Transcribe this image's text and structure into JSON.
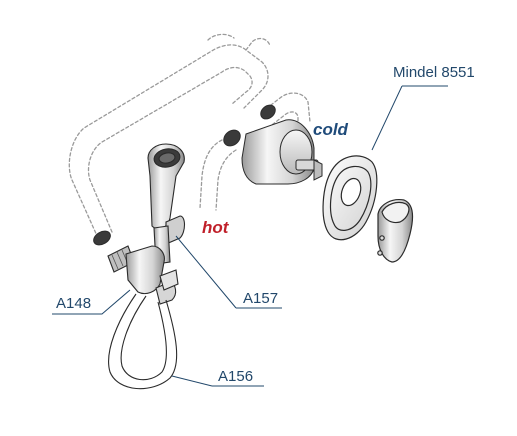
{
  "labels": {
    "model": "Mindel 8551",
    "cold": "cold",
    "hot": "hot",
    "part_a148": "A148",
    "part_a157": "A157",
    "part_a156": "A156"
  },
  "colors": {
    "label_text": "#22486b",
    "cold": "#1f4b7a",
    "hot": "#c0202a",
    "outline": "#2b2b2b",
    "metal_light": "#f4f4f4",
    "metal_mid": "#c8c8c8",
    "metal_dark": "#6a6a6a",
    "pipe_dashed": "#9a9a9a"
  }
}
